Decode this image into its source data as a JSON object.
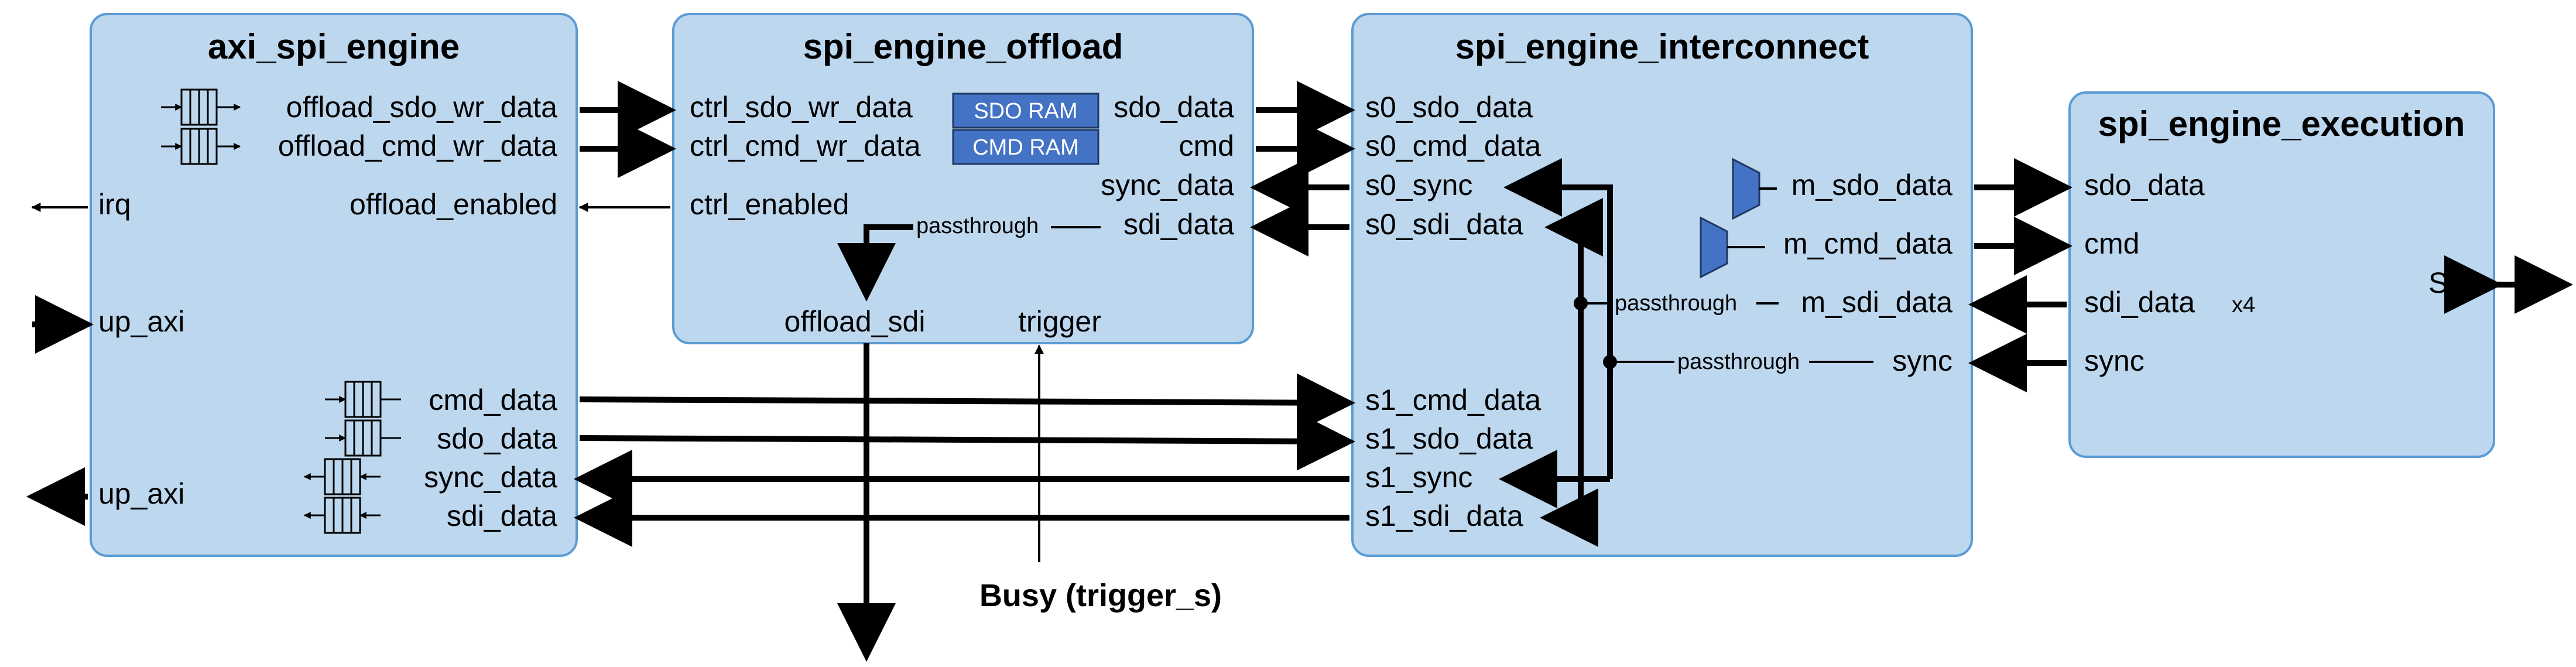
{
  "blocks": {
    "axi_spi_engine": {
      "title": "axi_spi_engine",
      "ports": {
        "offload_sdo_wr_data": "offload_sdo_wr_data",
        "offload_cmd_wr_data": "offload_cmd_wr_data",
        "irq": "irq",
        "offload_enabled": "offload_enabled",
        "up_axi_in": "up_axi",
        "cmd_data": "cmd_data",
        "sdo_data": "sdo_data",
        "up_axi_out": "up_axi",
        "sync_data": "sync_data",
        "sdi_data": "sdi_data"
      }
    },
    "spi_engine_offload": {
      "title": "spi_engine_offload",
      "ports": {
        "ctrl_sdo_wr_data": "ctrl_sdo_wr_data",
        "ctrl_cmd_wr_data": "ctrl_cmd_wr_data",
        "ctrl_enabled": "ctrl_enabled",
        "sdo_data": "sdo_data",
        "cmd": "cmd",
        "sync_data": "sync_data",
        "sdi_data": "sdi_data",
        "passthrough": "passthrough",
        "offload_sdi": "offload_sdi",
        "trigger": "trigger"
      },
      "sdo_ram": "SDO RAM",
      "cmd_ram": "CMD RAM"
    },
    "spi_engine_interconnect": {
      "title": "spi_engine_interconnect",
      "ports": {
        "s0_sdo_data": "s0_sdo_data",
        "s0_cmd_data": "s0_cmd_data",
        "s0_sync": "s0_sync",
        "s0_sdi_data": "s0_sdi_data",
        "m_sdo_data": "m_sdo_data",
        "m_cmd_data": "m_cmd_data",
        "passthrough_sdi": "passthrough",
        "m_sdi_data": "m_sdi_data",
        "passthrough_sync": "passthrough",
        "sync": "sync",
        "s1_cmd_data": "s1_cmd_data",
        "s1_sdo_data": "s1_sdo_data",
        "s1_sync": "s1_sync",
        "s1_sdi_data": "s1_sdi_data"
      }
    },
    "spi_engine_execution": {
      "title": "spi_engine_execution",
      "ports": {
        "sdo_data": "sdo_data",
        "cmd": "cmd",
        "sdi_data": "sdi_data",
        "sdi_multiplier": "x4",
        "sync": "sync",
        "spi": "SPI"
      }
    }
  },
  "annotations": {
    "busy": "Busy (trigger_s)"
  },
  "colors": {
    "block_fill": "#bdd7ee",
    "block_border": "#5b9bd5",
    "ram_fill": "#4472c4",
    "mux_fill": "#4472c4"
  }
}
